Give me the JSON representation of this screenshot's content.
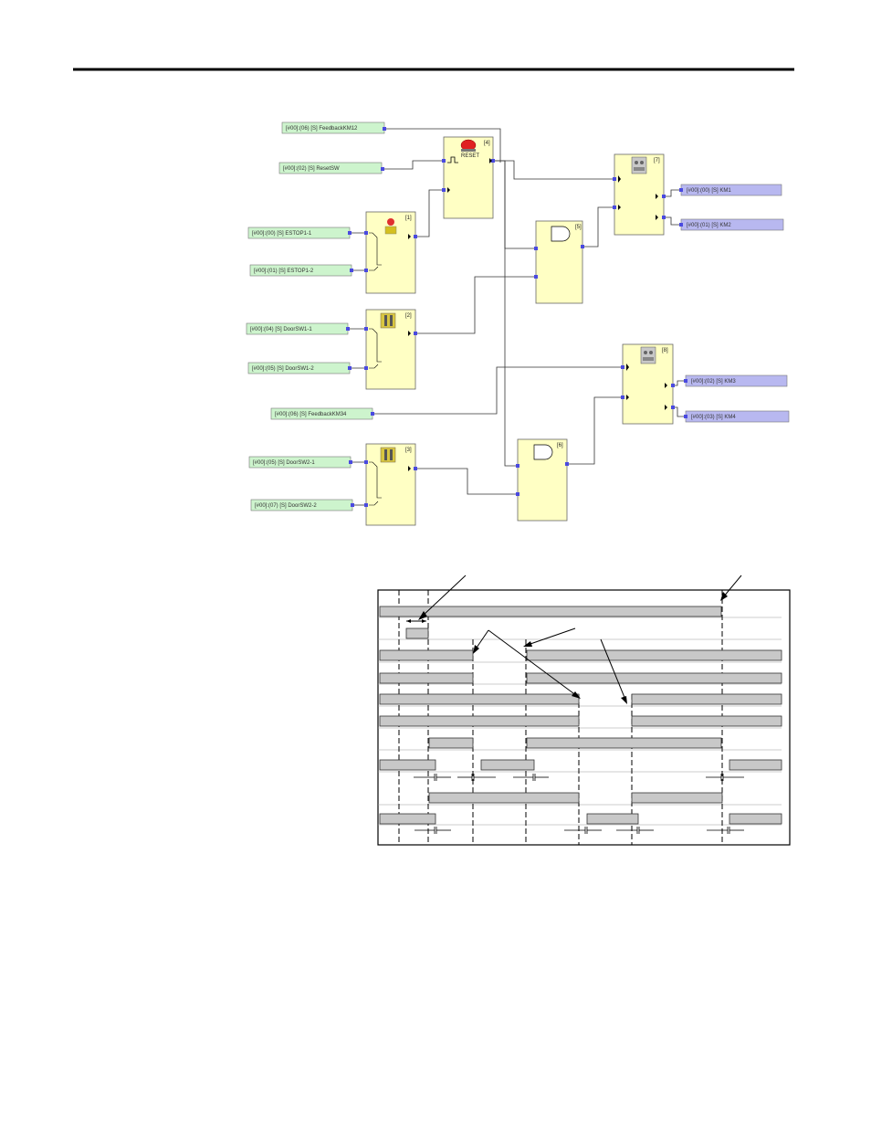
{
  "inputs": [
    {
      "id": "in_fb12",
      "label": "[#00]:(06) [S] FeedbackKM12"
    },
    {
      "id": "in_reset",
      "label": "[#00]:(02) [S] ResetSW"
    },
    {
      "id": "in_es1",
      "label": "[#00]:(00) [S] ESTOP1-1"
    },
    {
      "id": "in_es2",
      "label": "[#00]:(01) [S] ESTOP1-2"
    },
    {
      "id": "in_d11",
      "label": "[#00]:(04) [S] DoorSW1-1"
    },
    {
      "id": "in_d12",
      "label": "[#00]:(05) [S] DoorSW1-2"
    },
    {
      "id": "in_fb34",
      "label": "[#00]:(06) [S] FeedbackKM34"
    },
    {
      "id": "in_d21",
      "label": "[#00]:(05) [S] DoorSW2-1"
    },
    {
      "id": "in_d22",
      "label": "[#00]:(07) [S] DoorSW2-2"
    }
  ],
  "outputs": [
    {
      "id": "out_km1",
      "label": "[#00]:(00) [S] KM1"
    },
    {
      "id": "out_km2",
      "label": "[#00]:(01) [S] KM2"
    },
    {
      "id": "out_km3",
      "label": "[#00]:(02) [S] KM3"
    },
    {
      "id": "out_km4",
      "label": "[#00]:(03) [S] KM4"
    }
  ],
  "blocks": [
    {
      "id": "b1",
      "num": "[1]"
    },
    {
      "id": "b2",
      "num": "[2]"
    },
    {
      "id": "b3",
      "num": "[3]"
    },
    {
      "id": "b4",
      "num": "[4]",
      "text": "RESET"
    },
    {
      "id": "b5",
      "num": "[5]"
    },
    {
      "id": "b6",
      "num": "[6]"
    },
    {
      "id": "b7",
      "num": "[7]"
    },
    {
      "id": "b8",
      "num": "[8]"
    }
  ],
  "colors": {
    "input_fill": "#cdf4cd",
    "output_fill": "#b8b8f0",
    "block_fill": "#ffffc4",
    "port": "#4a4ae0",
    "bar_fill": "#c8c8c8"
  }
}
